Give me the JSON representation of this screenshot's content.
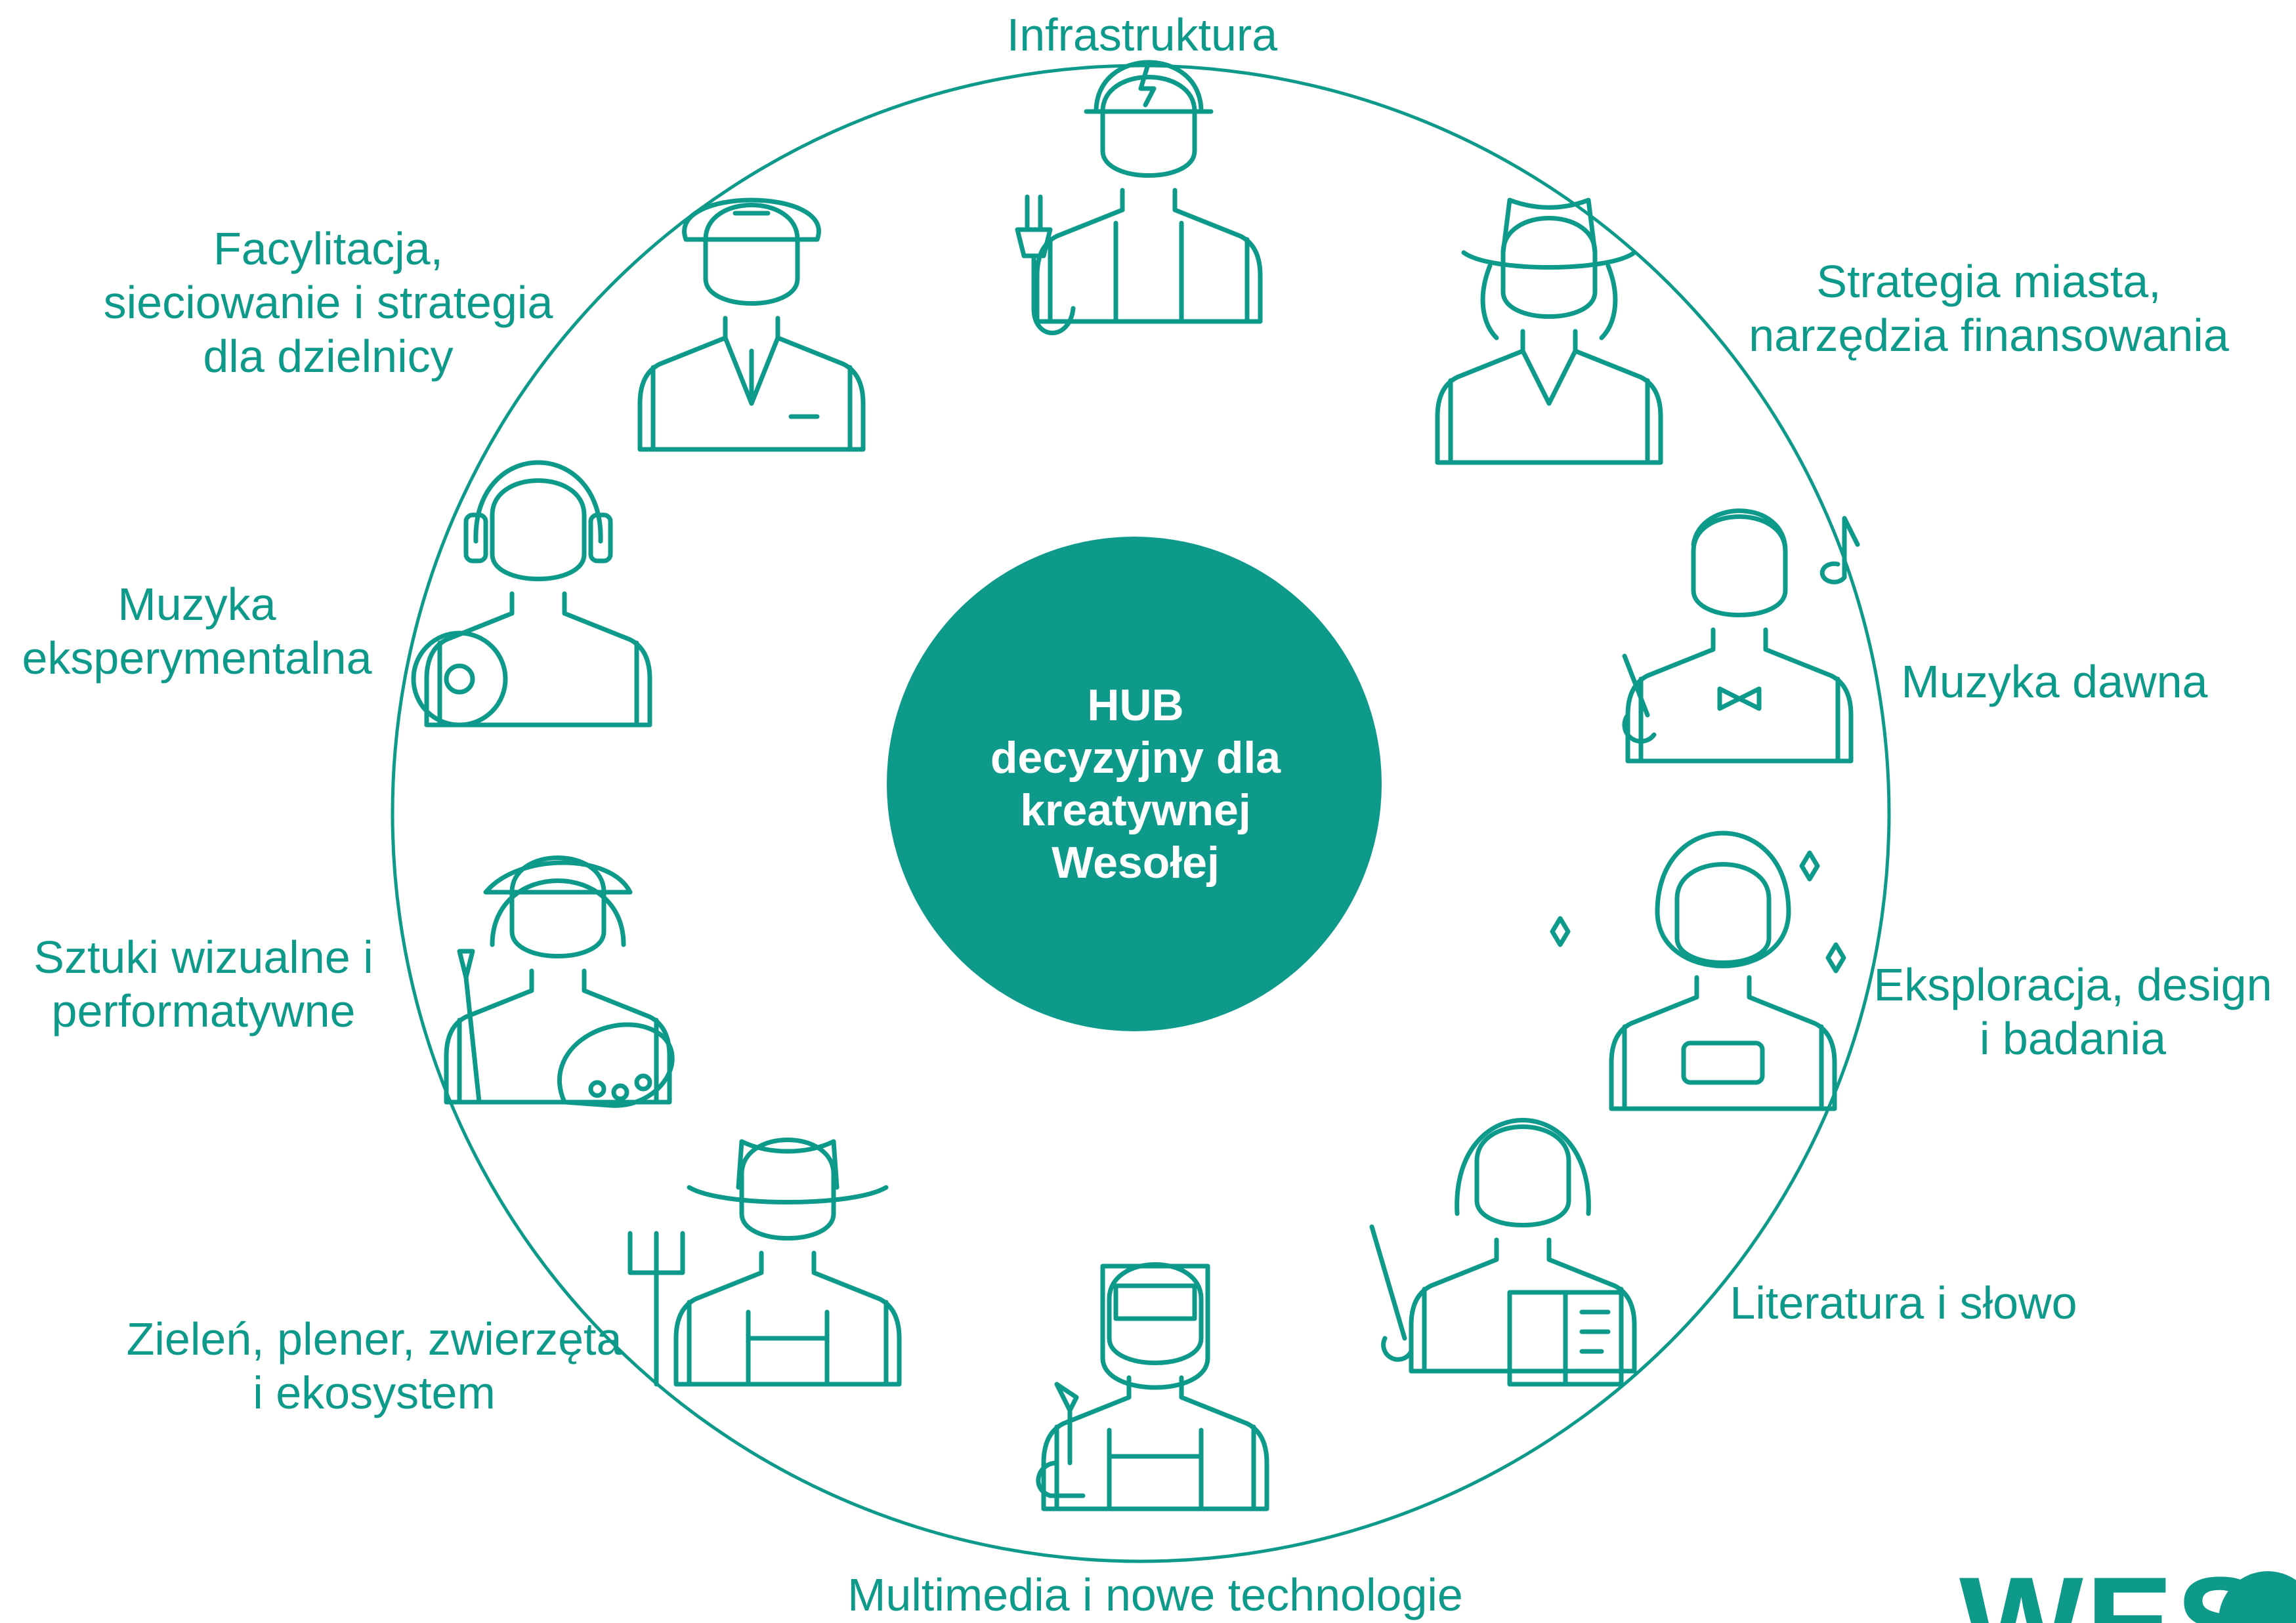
{
  "hub": {
    "lines": [
      "HUB",
      "decyzyjny dla",
      "kreatywnej",
      "Wesołej"
    ]
  },
  "colors": {
    "accent": "#0e9a8a",
    "hub_fill": "#0e9a8a",
    "hub_text": "#ffffff"
  },
  "labels": {
    "infrastruktura": [
      "Infrastruktura"
    ],
    "strategia": [
      "Strategia miasta,",
      "narzędzia finansowania"
    ],
    "muzyka_dawna": [
      "Muzyka dawna"
    ],
    "eksploracja": [
      "Eksploracja, design",
      "i badania"
    ],
    "literatura": [
      "Literatura i słowo"
    ],
    "multimedia": [
      "Multimedia i nowe technologie"
    ],
    "zielen": [
      "Zieleń, plener, zwierzęta",
      "i ekosystem"
    ],
    "sztuki": [
      "Sztuki wizualne i",
      "performatywne"
    ],
    "muzyka_eksp": [
      "Muzyka",
      "eksperymentalna"
    ],
    "facylitacja": [
      "Facylitacja,",
      "sieciowanie i strategia",
      "dla dzielnicy"
    ]
  },
  "icons": {
    "infrastruktura": "engineer-hardhat-icon",
    "strategia": "cowboy-person-icon",
    "muzyka_dawna": "conductor-icon",
    "eksploracja": "astronaut-icon",
    "literatura": "teacher-book-icon",
    "multimedia": "welder-mask-icon",
    "zielen": "farmer-pitchfork-icon",
    "sztuki": "painter-palette-icon",
    "muzyka_eksp": "dj-headphones-icon",
    "facylitacja": "pilot-uniform-icon"
  },
  "logo": {
    "text": "WES"
  }
}
